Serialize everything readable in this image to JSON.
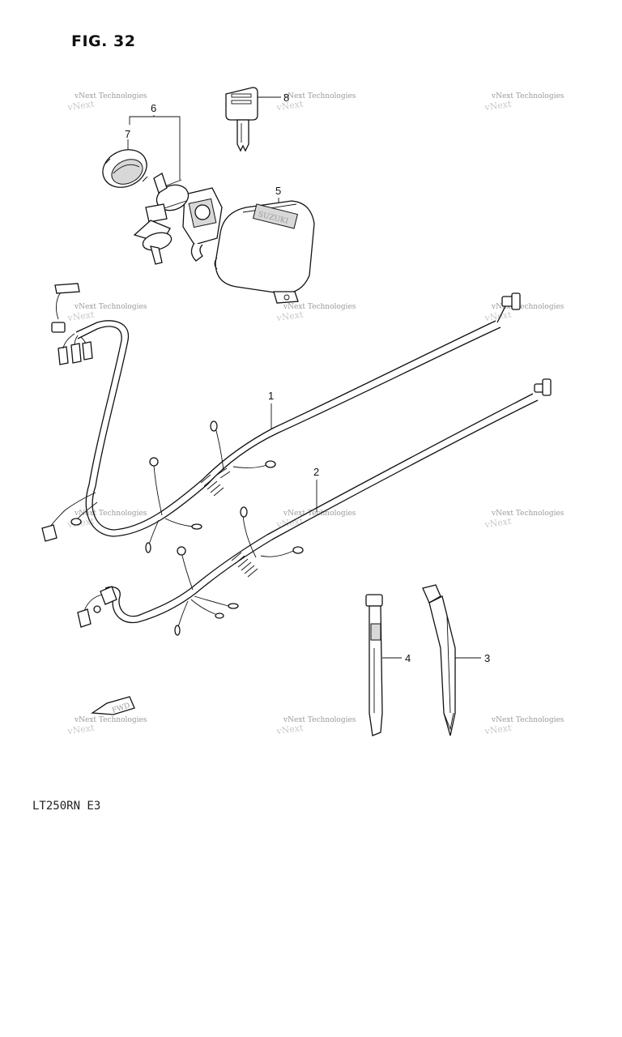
{
  "figure_title": "FIG. 32",
  "model_code": "LT250RN E3",
  "callouts": [
    "1",
    "2",
    "3",
    "4",
    "5",
    "6",
    "7",
    "8"
  ],
  "watermark": "vNext Technologies",
  "fwd_label": "FWD",
  "cover_label": "SUZUKI",
  "parts": [
    {
      "ref": "1",
      "icon": "wiring-harness-icon"
    },
    {
      "ref": "2",
      "icon": "wiring-harness-icon"
    },
    {
      "ref": "3",
      "icon": "clamp-icon"
    },
    {
      "ref": "4",
      "icon": "clamp-icon"
    },
    {
      "ref": "5",
      "icon": "cover-icon"
    },
    {
      "ref": "6",
      "icon": "ignition-switch-icon"
    },
    {
      "ref": "7",
      "icon": "cap-icon"
    },
    {
      "ref": "8",
      "icon": "key-icon"
    }
  ]
}
